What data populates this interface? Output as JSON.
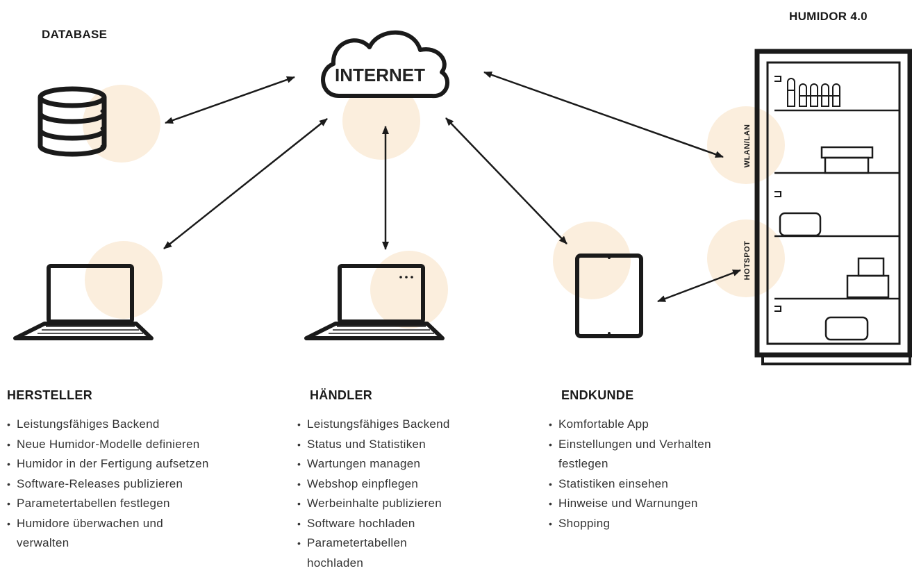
{
  "labels": {
    "database": "DATABASE",
    "humidor": "HUMIDOR 4.0",
    "internet": "INTERNET",
    "wlan": "WLAN/LAN",
    "hotspot": "HOTSPOT"
  },
  "colors": {
    "accent_circle": "#fbeedd",
    "stroke": "#1a1a1a"
  },
  "columns": [
    {
      "title": "HERSTELLER",
      "items": [
        "Leistungsfähiges Backend",
        "Neue Humidor-Modelle definieren",
        "Humidor in der Fertigung aufsetzen",
        "Software-Releases publizieren",
        "Parametertabellen festlegen",
        "Humidore überwachen und verwalten"
      ]
    },
    {
      "title": "HÄNDLER",
      "items": [
        "Leistungsfähiges Backend",
        "Status und Statistiken",
        "Wartungen managen",
        "Webshop einpflegen",
        "Werbeinhalte publizieren",
        "Software hochladen",
        "Parametertabellen hochladen"
      ]
    },
    {
      "title": "ENDKUNDE",
      "items": [
        "Komfortable App",
        "Einstellungen und Verhalten festlegen",
        "Statistiken einsehen",
        "Hinweise und Warnungen",
        "Shopping"
      ]
    }
  ],
  "icons": [
    "database-icon",
    "cloud-icon",
    "laptop-icon",
    "tablet-icon",
    "humidor-cabinet-icon"
  ]
}
